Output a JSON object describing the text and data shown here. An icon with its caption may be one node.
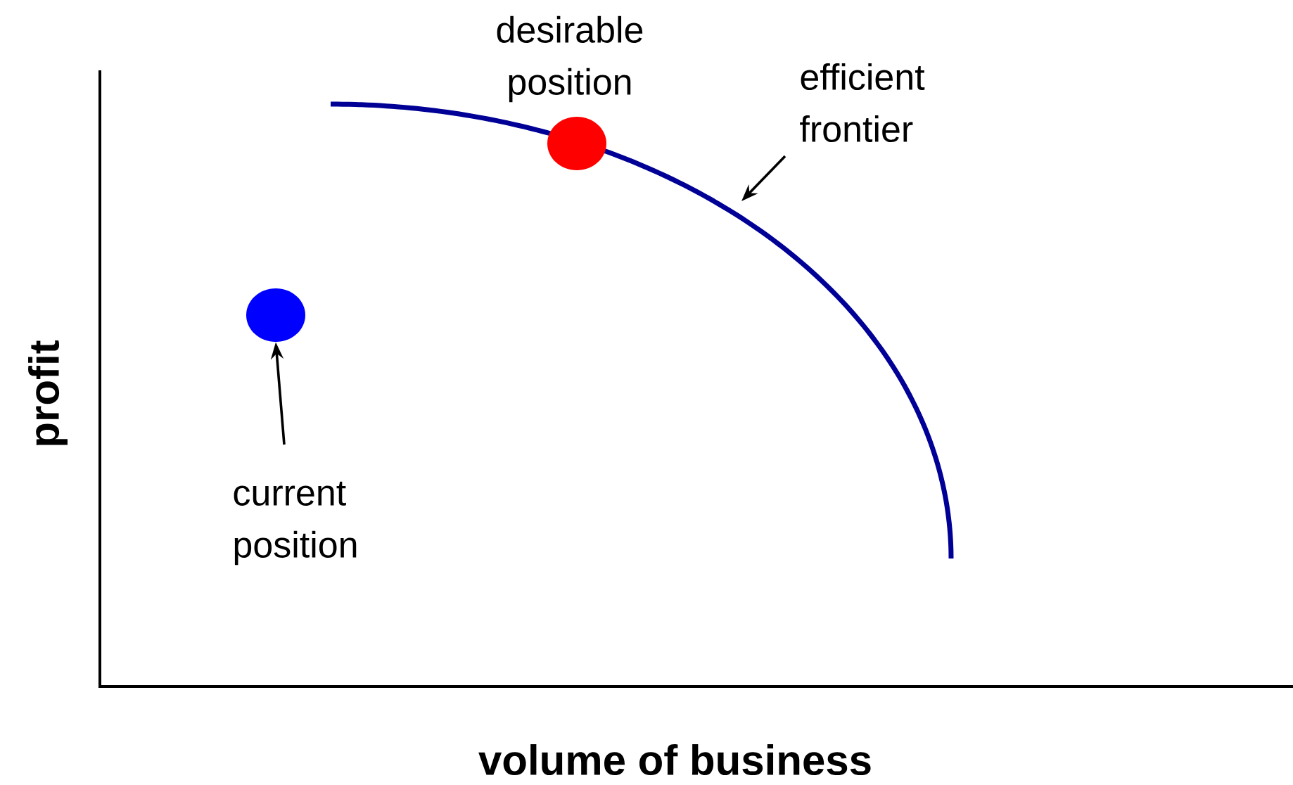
{
  "diagram": {
    "nodes": [
      {
        "text": [
          "desirable position"
        ]
      },
      {
        "text": [],
        "shape": "circle"
      },
      {
        "text": [
          "efficient frontier"
        ]
      },
      {
        "text": [],
        "shape": "circle"
      },
      {
        "text": [
          "current position"
        ]
      }
    ],
    "edges": [
      {
        "from": 2,
        "to": null,
        "arrow": "to"
      },
      {
        "from": 4,
        "to": 3,
        "arrow": "to"
      }
    ],
    "labels": [
      "profit",
      "volume of business"
    ]
  }
}
